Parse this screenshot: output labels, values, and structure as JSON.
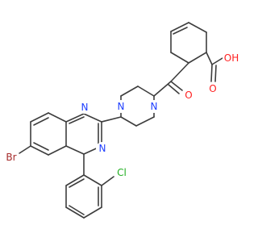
{
  "molecule": {
    "atoms": {
      "n_pip_right": {
        "text": "N",
        "color": "#1f3fff"
      },
      "n_pip_left": {
        "text": "N",
        "color": "#1f3fff"
      },
      "n_quin_top": {
        "text": "N",
        "color": "#1f3fff"
      },
      "n_quin_bottom": {
        "text": "N",
        "color": "#1f3fff"
      },
      "o_carbonyl": {
        "text": "O",
        "color": "#ff1f1f"
      },
      "o_acid_hydroxyl": {
        "text": "OH",
        "color": "#ff1f1f"
      },
      "o_acid_carbonyl": {
        "text": "O",
        "color": "#ff1f1f"
      },
      "br": {
        "text": "Br",
        "color": "#a52a2a"
      },
      "cl": {
        "text": "Cl",
        "color": "#1fae1f"
      }
    },
    "bond_color": "#3d3d3d"
  }
}
